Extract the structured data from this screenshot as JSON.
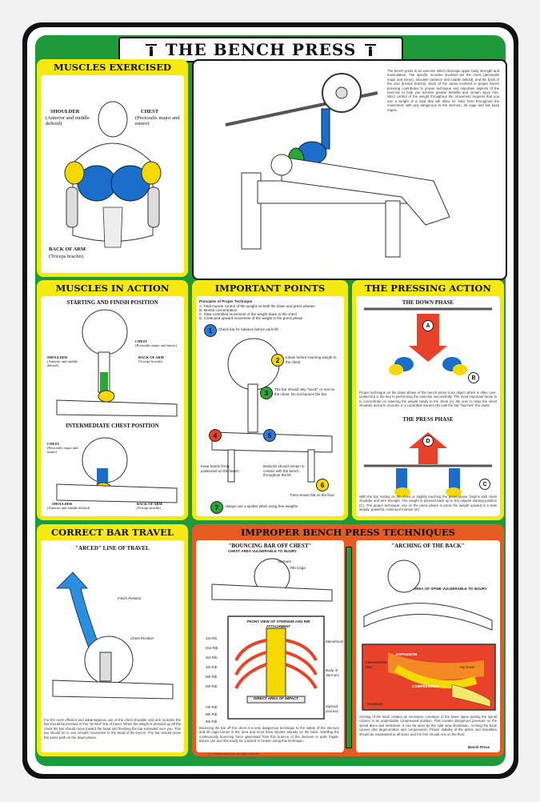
{
  "title": "THE BENCH PRESS",
  "colors": {
    "green": "#1e9a3a",
    "yellow": "#f5e90f",
    "orange": "#e55b22",
    "muscle_blue": "#1a6ec9",
    "muscle_yellow": "#f5d800",
    "arrow_red": "#e8432a",
    "travel_blue": "#2b8fe0"
  },
  "muscles_exercised": {
    "heading": "MUSCLES EXERCISED",
    "shoulder": "SHOULDER",
    "shoulder_sub": "(Anterior and middle deltoid)",
    "chest": "CHEST",
    "chest_sub": "(Pectoralis major and minor)",
    "arm": "BACK OF ARM",
    "arm_sub": "(Triceps brachii)"
  },
  "intro_text": "The bench press is an exercise which develops upper body strength and musculature. The specific muscles involved are the chest (pectoralis major and minor), shoulder (anterior and middle deltoid), and the back of the arm (triceps brachii). Each of the areas involved in proper bench pressing contributes to proper technique and important aspects of the exercise to help you achieve greater benefits and remain injury free. Strict control of the weight throughout the movement requires that you use a weight of a load that will allow for strict form throughout the movement, with any dangerous to the sternum, rib cage and low back region.",
  "muscles_in_action": {
    "heading": "MUSCLES IN ACTION",
    "start": "STARTING AND FINISH POSITION",
    "mid": "INTERMEDIATE CHEST POSITION",
    "chest": "CHEST",
    "chest_sub": "(Pectoralis major and minor)",
    "shoulder": "SHOULDER",
    "shoulder_sub": "(Anterior and middle deltoid)",
    "arm": "BACK OF ARM",
    "arm_sub": "(Triceps brachii)"
  },
  "important_points": {
    "heading": "IMPORTANT POINTS",
    "principles": "Principles of Proper Technique",
    "rules": [
      "A. Total muscle control of the weight on both the down and press phases",
      "B. Mental concentration",
      "C. Slow controlled movement of the weight down to the chest",
      "D. Continued upward movement of the weight in the press phase"
    ],
    "points": [
      {
        "n": "1",
        "text": "Check bar for balance before each lift"
      },
      {
        "n": "2",
        "text": "Inhale before lowering weight to the chest"
      },
      {
        "n": "3",
        "text": "The bar should only \"touch\" or rest on the chest. Do not bounce the bar."
      },
      {
        "n": "4",
        "text": "Keep hands firmly positioned on the bench"
      },
      {
        "n": "5",
        "text": "Buttocks should remain in contact with the bench throughout the lift"
      },
      {
        "n": "6",
        "text": "Feet remain flat on the floor"
      },
      {
        "n": "7",
        "text": "Always use a spotter when using free weights"
      }
    ]
  },
  "pressing_action": {
    "heading": "THE PRESSING ACTION",
    "down": "THE DOWN PHASE",
    "press": "THE PRESS PHASE",
    "a": "A",
    "b": "B",
    "c": "C",
    "d": "D",
    "down_text": "Proper technique on the down-phase of the bench press is an object which is often over-looked but is the key to performing the exercise successfully. The most important factor is to concentrate on lowering the weight slowly to the chest (A). Be sure to relax the chest shoulder and arm muscles in a controlled manner (B) until the bar \"touches\" the chest.",
    "press_text": "With the bar resting on the chest or slightly touching the press-phase, begins with chest shoulder and arm strength. The weight is pressed back up to the original starting position (C). The proper technique: use on the press phase is press the weight upward in a slow steady, powerful, continued manner (D)."
  },
  "bar_travel": {
    "heading": "CORRECT BAR TRAVEL",
    "arced": "\"ARCED\" LINE OF TRAVEL",
    "finish": "Finish Position",
    "chest_pos": "Chest Position",
    "text": "For the most efficient and advantageous use of the chest shoulder and arm muscles the bar should be pressed in this \"arched\" line of travel. When the weight is pressed up off the chest the bar should move toward the head and finishing the bar extended over you. This bar should be in one smooth movement to the head of the bench. The bar should move the same path on the down-phase."
  },
  "improper": {
    "heading": "IMPROPER BENCH PRESS TECHNIQUES",
    "bounce": "\"BOUNCING BAR OFF CHEST\"",
    "chest_area": "CHEST AREA VULNERABLE TO INJURY",
    "sternum": "Sternum",
    "rib_cage": "Rib Cage",
    "front_view": "FRONT VIEW OF STERNUM AND RIB ATTACHMENT",
    "impact": "DIRECT AREA OF IMPACT",
    "ribs": [
      "1st Rib",
      "2nd Rib",
      "3rd Rib",
      "4th Rib",
      "5th Rib",
      "6th Rib",
      "7th Rib",
      "8th Rib",
      "9th Rib"
    ],
    "manubrium": "Manubrium",
    "body_sternum": "Body of Sternum",
    "xiphoid": "Xiphoid process",
    "bounce_text": "Bouncing the bar off the chest is a very dangerous technique to the safety of the sternum and rib cage bones in the area and most have injuries already on the back. Swelling the continuously bouncing force generated from this bounce of the sternum is quite fragile. Bones can and ribs easily be cracked or broken using this technique.",
    "arch": "\"ARCHING OF THE BACK\"",
    "spine_area": "AREA OF SPINE VULNERABLE TO INJURY",
    "expansion": "EXPANSION",
    "compression": "COMPRESSION",
    "disc": "Intervertebral Disc",
    "hip": "Hip bone",
    "vertebrae": "Vertebrae",
    "arch_text": "Arching of the back creates an excessive curvature of the lower spine putting the spinal column in an undesirable compressed position. This creates dangerous pressure on the spinal discs and vertebrae. It can be seen by the side view illustration. Arching the back causes disc degeneration and compression. Proper stability of the pelvis and shoulders should be maintained at all times and the feet should rest on the floor.",
    "brand": "Bench Press"
  },
  "credit": "(C) Fitness Charts Inc. All rights reserved."
}
